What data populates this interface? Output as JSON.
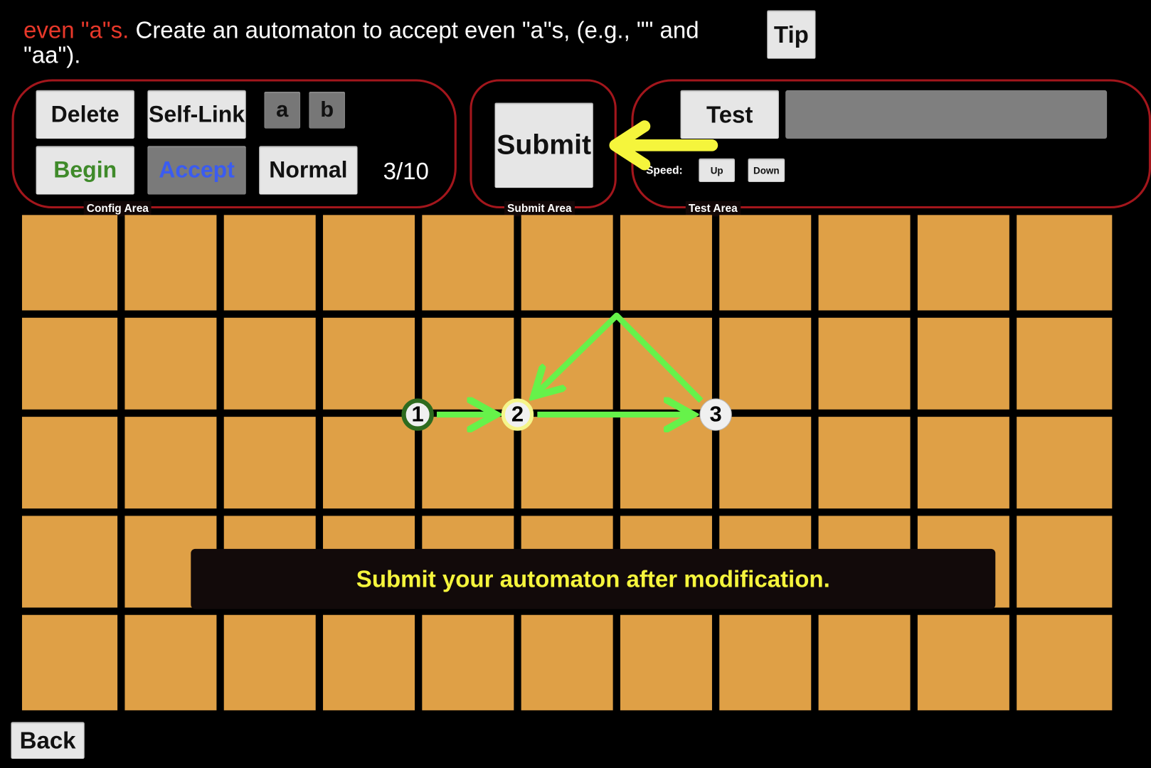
{
  "prompt": {
    "highlight": "even \"a\"s.",
    "text": " Create an automaton to accept even \"a\"s, (e.g., \"\" and \"aa\")."
  },
  "tip_label": "Tip",
  "config": {
    "delete": "Delete",
    "self_link": "Self-Link",
    "symbol_a": "a",
    "symbol_b": "b",
    "begin": "Begin",
    "accept": "Accept",
    "normal": "Normal",
    "count": "3/10",
    "label": "Config Area"
  },
  "submit": {
    "button": "Submit",
    "label": "Submit Area"
  },
  "test": {
    "button": "Test",
    "input_value": "",
    "speed_label": "Speed:",
    "up": "Up",
    "down": "Down",
    "label": "Test Area"
  },
  "toast": "Submit your automaton after modification.",
  "back_label": "Back",
  "grid": {
    "columns": 11,
    "rows": 5
  },
  "automaton": {
    "states": [
      {
        "id": "1",
        "type": "begin"
      },
      {
        "id": "2",
        "type": "accept"
      },
      {
        "id": "3",
        "type": "normal"
      }
    ],
    "transitions": [
      {
        "from": "1",
        "to": "2"
      },
      {
        "from": "2",
        "to": "3"
      },
      {
        "from": "3",
        "to": "2"
      }
    ]
  },
  "colors": {
    "begin": "#2e6b1f",
    "accept": "#f5f58a",
    "edge": "#66f24a",
    "cell": "#dfa046",
    "area_border": "#a3161c",
    "arrow": "#f5f53c"
  }
}
